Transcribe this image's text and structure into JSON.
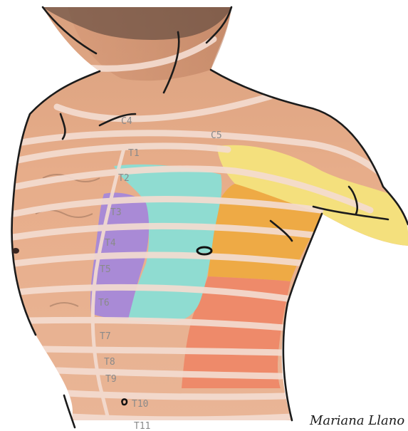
{
  "image": {
    "subject": "Anterior chest and shoulder photograph with traced dermatome bands and colored innervation zones",
    "colors": {
      "background": "#ffffff",
      "skin": "#e5a986",
      "skin_shadow": "#c98e6c",
      "band": "#f3dcd0",
      "outline": "#1b1b1b",
      "hair": "#3a3a3a",
      "zone_lilac": "#a98ad6",
      "zone_teal": "#8fdcd1",
      "zone_orange": "#eeaa45",
      "zone_yellow": "#f4e07d",
      "zone_salmon": "#ee8a6a",
      "label": "#8a8a8a"
    }
  },
  "dermatome_labels": [
    "C4",
    "C5",
    "T1",
    "T2",
    "T3",
    "T4",
    "T5",
    "T6",
    "T7",
    "T8",
    "T9",
    "T10",
    "T11"
  ],
  "signature": "Mariana Llano"
}
